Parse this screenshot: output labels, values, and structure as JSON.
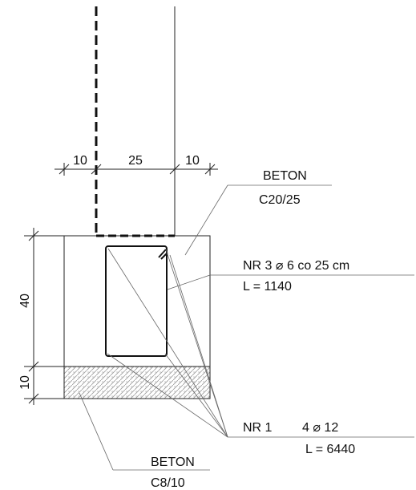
{
  "dimensions": {
    "top_left": "10",
    "top_middle": "25",
    "top_right": "10",
    "side_upper": "40",
    "side_lower": "10"
  },
  "labels": {
    "concrete_upper_1": "BETON",
    "concrete_upper_2": "C20/25",
    "stirrup_1": "NR 3 ⌀ 6 co 25 cm",
    "stirrup_2": "L = 1140",
    "rebar_1a": "NR 1",
    "rebar_1b": "4 ⌀ 12",
    "rebar_2": "L = 6440",
    "concrete_lower_1": "BETON",
    "concrete_lower_2": "C8/10"
  },
  "colors": {
    "line": "#222222",
    "hatch": "#9a9a9a"
  }
}
